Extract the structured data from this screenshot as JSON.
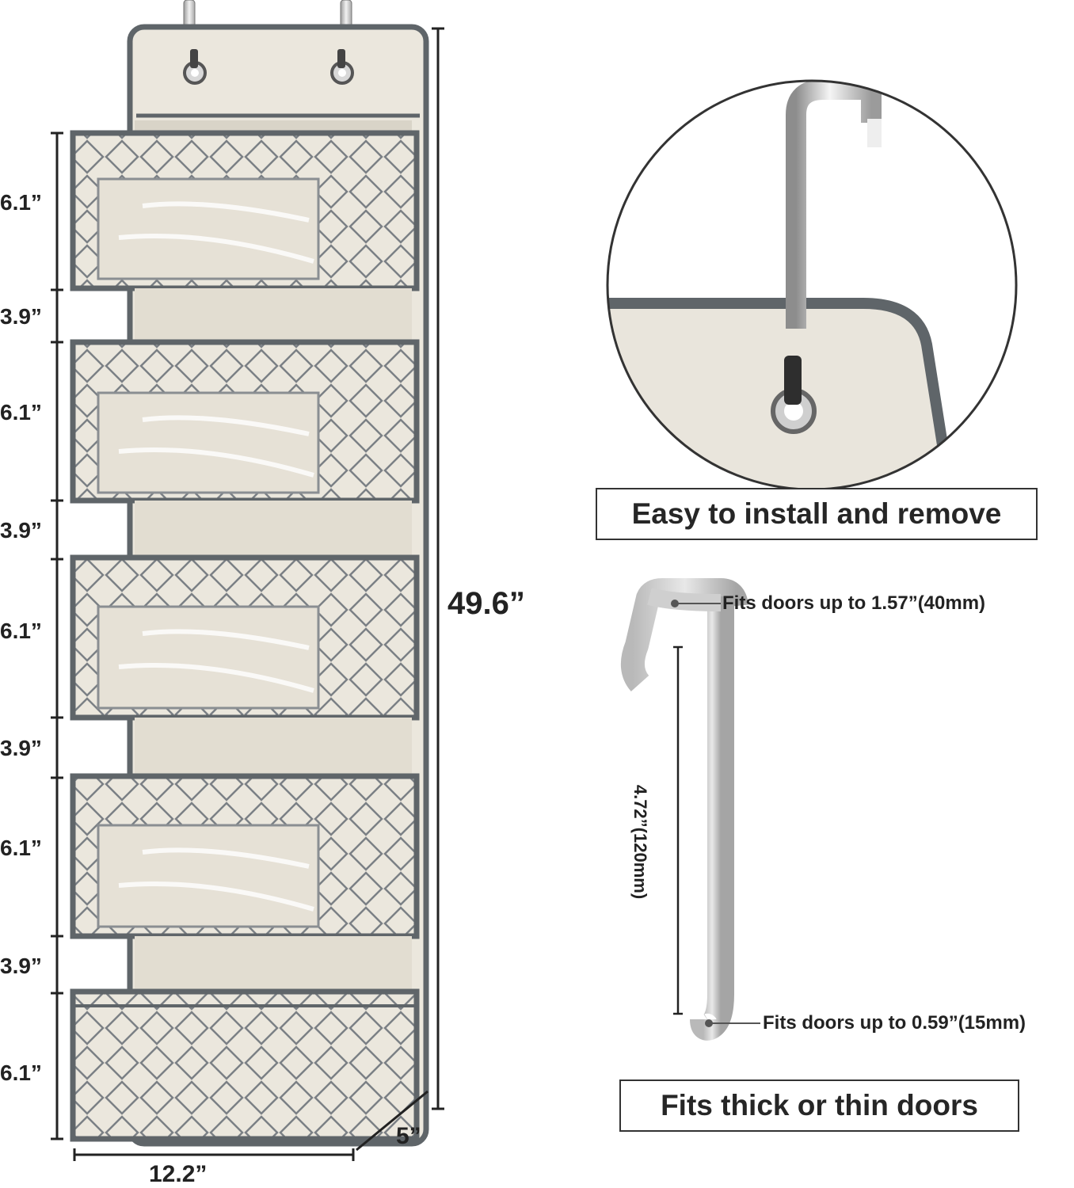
{
  "organizer": {
    "height_segments": [
      "6.1”",
      "3.9”",
      "6.1”",
      "3.9”",
      "6.1”",
      "3.9”",
      "6.1”",
      "3.9”",
      "6.1”"
    ],
    "total_height": "49.6”",
    "width": "12.2”",
    "depth": "5”",
    "pocket_count": 5,
    "colors": {
      "fabric": "#ece8df",
      "trim": "#5f6569",
      "pattern": "#7b8085"
    }
  },
  "hook_detail": {
    "caption": "Easy to install and remove"
  },
  "hook_spec": {
    "top_callout": "Fits doors up to 1.57”(40mm)",
    "length_label": "4.72”(120mm)",
    "bottom_callout": "Fits doors up to 0.59”(15mm)",
    "caption": "Fits thick or thin doors"
  }
}
